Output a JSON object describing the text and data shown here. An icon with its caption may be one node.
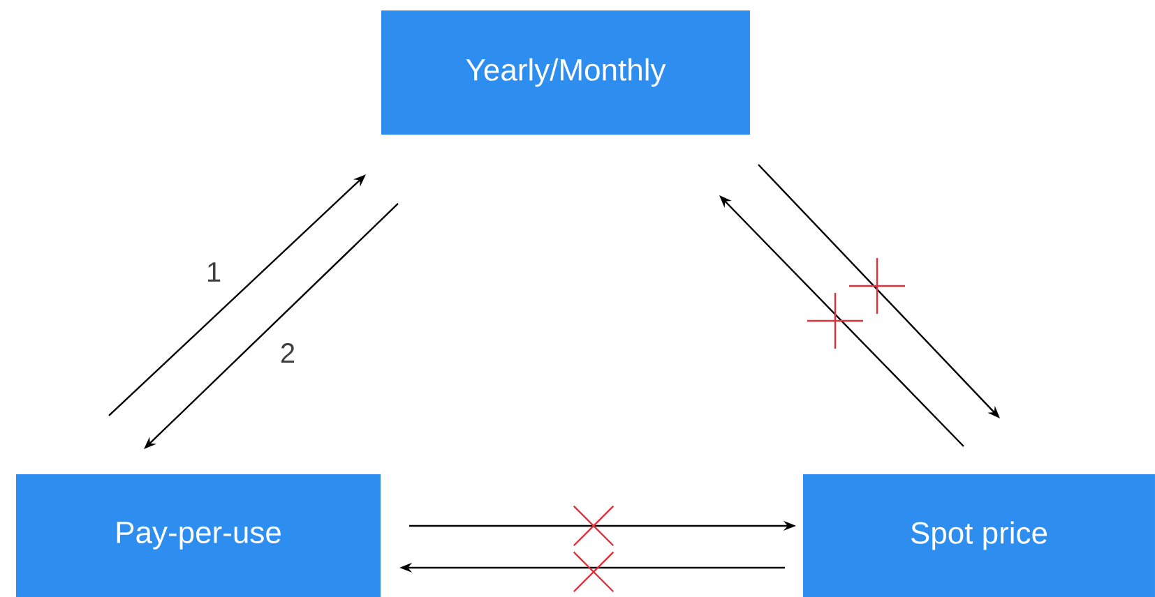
{
  "diagram": {
    "nodes": [
      {
        "text": [
          "Yearly/Monthly"
        ]
      },
      {
        "text": [
          "Pay-per-use"
        ]
      },
      {
        "text": [
          "Spot price"
        ]
      }
    ],
    "edges": [
      {
        "from": 1,
        "to": 0,
        "arrow": "to",
        "label": "1"
      },
      {
        "from": 0,
        "to": 1,
        "arrow": "to",
        "label": "2"
      },
      {
        "from": 0,
        "to": 2,
        "arrow": "to"
      },
      {
        "from": 2,
        "to": 0,
        "arrow": "to"
      },
      {
        "from": 1,
        "to": 2,
        "arrow": "to"
      },
      {
        "from": 2,
        "to": 1,
        "arrow": "to"
      }
    ]
  }
}
